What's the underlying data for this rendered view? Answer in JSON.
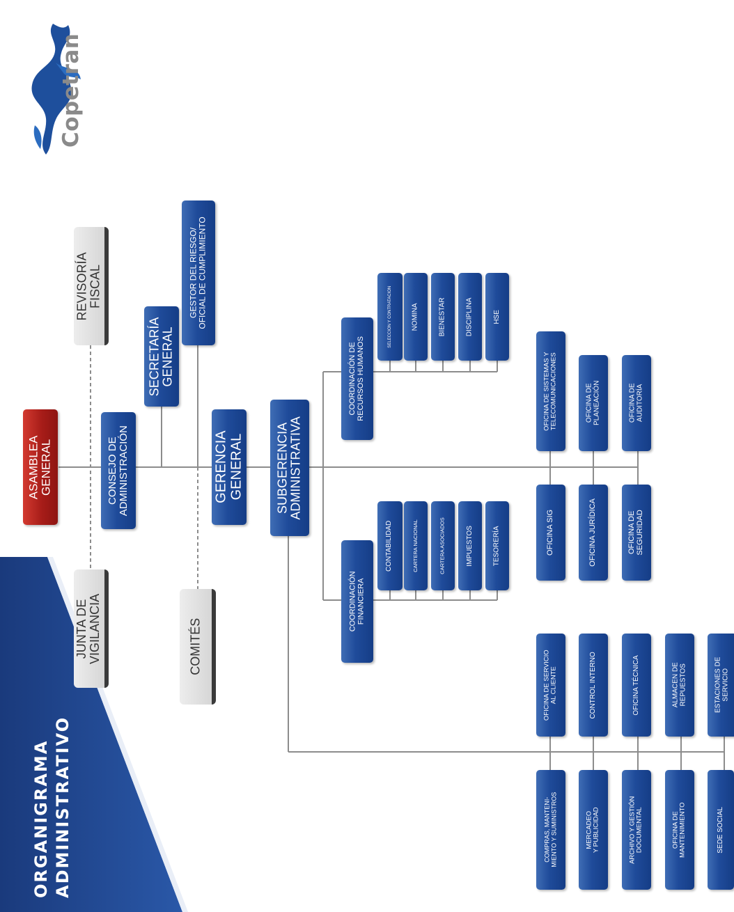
{
  "header": {
    "title_line1": "ORGANIGRAMA",
    "title_line2": "ADMINISTRATIVO"
  },
  "logo": {
    "text": "Copetran",
    "icon": "greyhound-logo-icon"
  },
  "colors": {
    "navy_banner": "#1c3f86",
    "box_blue": "#1f4b9a",
    "box_red": "#a61c18",
    "box_gray": "#dcdcdc",
    "connector": "#8c8c8c"
  },
  "nodes": {
    "asamblea": "ASAMBLEA\nGENERAL",
    "consejo": "CONSEJO DE\nADMINISTRACIÓN",
    "revisoria": "REVISORÍA\nFISCAL",
    "junta": "JUNTA DE\nVIGILANCIA",
    "secretaria": "SECRETARÍA\nGENERAL",
    "gestor": "GESTOR DEL RIESGO/\nOFICIAL DE CUMPLIMIENTO",
    "comites": "COMITÉS",
    "gerencia": "GERENCIA\nGENERAL",
    "subgerencia": "SUBGERENCIA\nADMINISTRATIVA",
    "coord_rrhh": "COORDINACIÓN DE\nRECURSOS HUMANOS",
    "seleccion": "SELECCION Y CONTRATACION",
    "nomina": "NOMINA",
    "bienestar": "BIENESTAR",
    "disciplina": "DISCIPLINA",
    "hse": "HSE",
    "coord_fin": "COORDINACIÓN\nFINANCIERA",
    "contabilidad": "CONTABILIDAD",
    "cartera_nacional": "CARTERA NACIONAL",
    "cartera_asociados": "CARTERA ASOCIADOS",
    "impuestos": "IMPUESTOS",
    "tesoreria": "TESORERÍA",
    "of_sistemas": "OFICINA DE SISTEMAS Y\nTELECOMUNICACIONES",
    "of_planeacion": "OFICINA DE\nPLANEACIÓN",
    "of_auditoria": "OFICINA DE\nAUDITORÍA",
    "of_sig": "OFICINA SIG",
    "of_juridica": "OFICINA JURÍDICA",
    "of_seguridad": "OFICINA DE\nSEGURIDAD",
    "of_servicio": "OFICINA DE SERVICIO\nAL CLIENTE",
    "control_interno": "CONTROL INTERNO",
    "of_tecnica": "OFICINA TÉCNICA",
    "almacen": "ALMACEN DE\nREPUESTOS",
    "estaciones": "ESTACIONES DE\nSERVICIO",
    "compras": "COMPRAS, MANTENI-\nMIENTO Y SUMINISTROS",
    "mercadeo": "MERCADEO\nY PUBLICIDAD",
    "archivo": "ARCHIVO Y GESTIÓN\nDOCUMENTAL",
    "of_mantenimiento": "OFICINA DE\nMANTENIMIENTO",
    "sede_social": "SEDE SOCIAL"
  }
}
